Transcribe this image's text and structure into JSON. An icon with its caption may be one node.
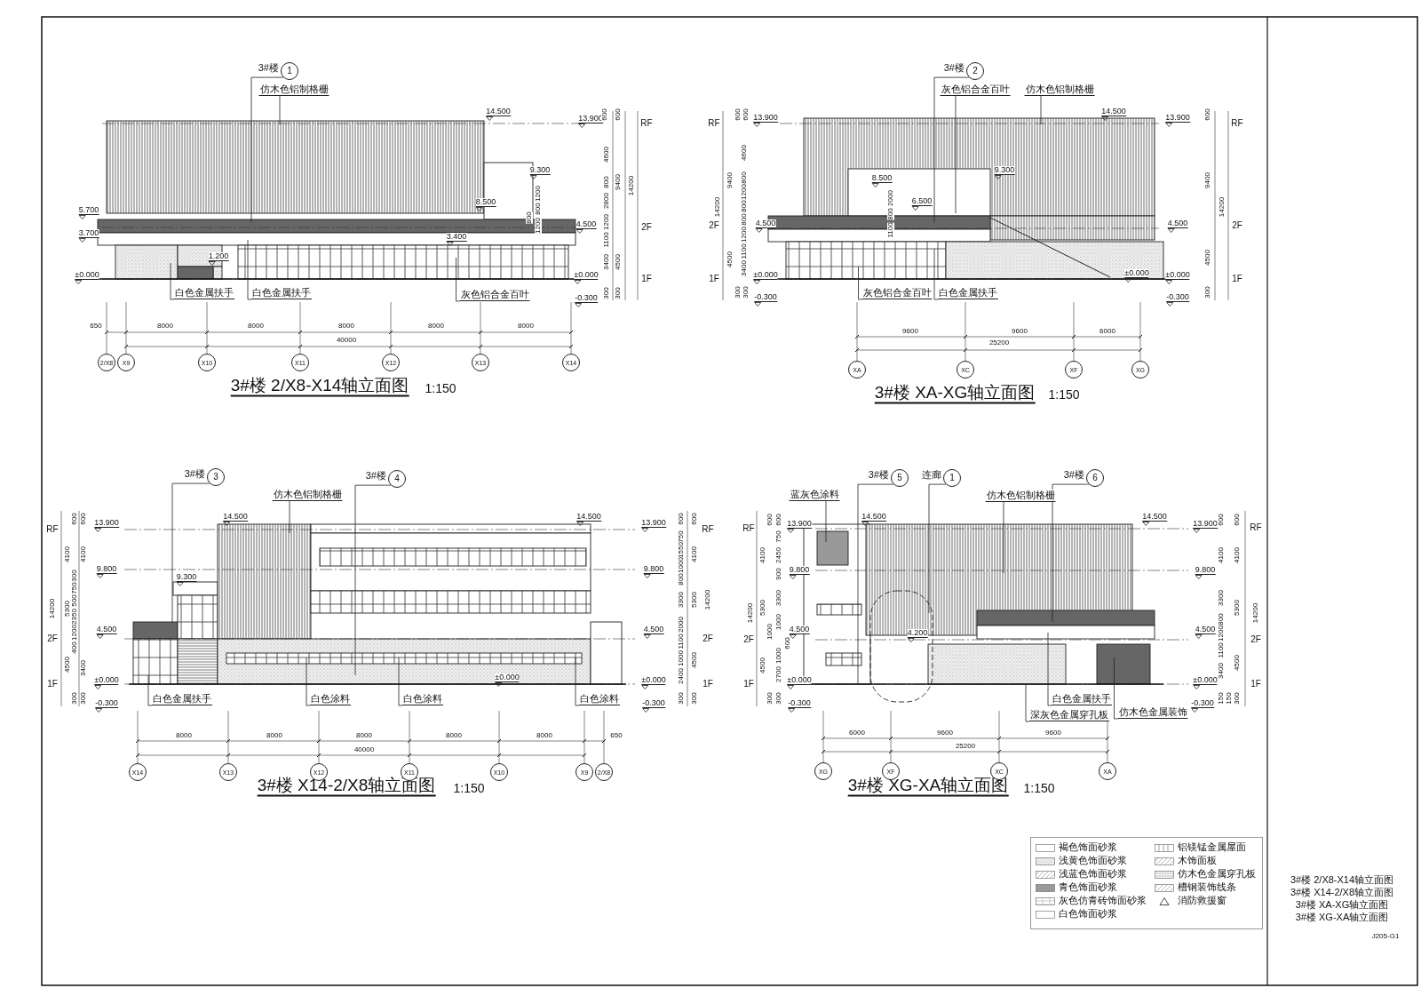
{
  "diagram": {
    "nodes": [
      {
        "text": [
          "1"
        ],
        "beside": [
          "3#楼"
        ]
      },
      {
        "text": [
          "仿木色铝制格栅"
        ]
      },
      {
        "text": [
          "白色金属扶手"
        ]
      },
      {
        "text": [
          "白色金属扶手"
        ]
      },
      {
        "text": [
          "灰色铝合金百叶"
        ]
      },
      {
        "text": [
          "2"
        ],
        "beside": [
          "3#楼"
        ]
      },
      {
        "text": [
          "灰色铝合金百叶"
        ]
      },
      {
        "text": [
          "仿木色铝制格栅"
        ]
      },
      {
        "text": [
          "灰色铝合金百叶"
        ]
      },
      {
        "text": [
          "白色金属扶手"
        ]
      },
      {
        "text": [
          "3"
        ],
        "beside": [
          "3#楼"
        ]
      },
      {
        "text": [
          "4"
        ],
        "beside": [
          "3#楼"
        ]
      },
      {
        "text": [
          "仿木色铝制格栅"
        ]
      },
      {
        "text": [
          "白色金属扶手"
        ]
      },
      {
        "text": [
          "白色涂料"
        ]
      },
      {
        "text": [
          "白色涂料"
        ]
      },
      {
        "text": [
          "白色涂料"
        ]
      },
      {
        "text": [
          "5"
        ],
        "beside": [
          "3#楼"
        ]
      },
      {
        "text": [
          "1"
        ],
        "beside": [
          "连廊"
        ]
      },
      {
        "text": [
          "6"
        ],
        "beside": [
          "3#楼"
        ]
      },
      {
        "text": [
          "蓝灰色涂料"
        ]
      },
      {
        "text": [
          "仿木色铝制格栅"
        ]
      },
      {
        "text": [
          "白色金属扶手"
        ]
      },
      {
        "text": [
          "仿木色金属装饰"
        ]
      },
      {
        "text": [
          "深灰色金属穿孔板"
        ]
      },
      {
        "text": [
          "2/X8"
        ]
      },
      {
        "text": [
          "X9"
        ]
      },
      {
        "text": [
          "X10"
        ]
      },
      {
        "text": [
          "X11"
        ]
      },
      {
        "text": [
          "X12"
        ]
      },
      {
        "text": [
          "X13"
        ]
      },
      {
        "text": [
          "X14"
        ]
      },
      {
        "text": [
          "XA"
        ]
      },
      {
        "text": [
          "XC"
        ]
      },
      {
        "text": [
          "XF"
        ]
      },
      {
        "text": [
          "XG"
        ]
      },
      {
        "text": [
          "X14"
        ]
      },
      {
        "text": [
          "X13"
        ]
      },
      {
        "text": [
          "X12"
        ]
      },
      {
        "text": [
          "X11"
        ]
      },
      {
        "text": [
          "X10"
        ]
      },
      {
        "text": [
          "X9"
        ]
      },
      {
        "text": [
          "2/X8"
        ]
      },
      {
        "text": [
          "XG"
        ]
      },
      {
        "text": [
          "XF"
        ]
      },
      {
        "text": [
          "XC"
        ]
      },
      {
        "text": [
          "XA"
        ]
      }
    ],
    "edges": [
      {
        "from": 0,
        "to": null,
        "arrow": "none"
      },
      {
        "from": 1,
        "to": null,
        "arrow": "none"
      },
      {
        "from": 2,
        "to": null,
        "arrow": "none"
      },
      {
        "from": 3,
        "to": null,
        "arrow": "none"
      },
      {
        "from": 4,
        "to": null,
        "arrow": "none"
      },
      {
        "from": 5,
        "to": null,
        "arrow": "none"
      },
      {
        "from": 6,
        "to": null,
        "arrow": "none"
      },
      {
        "from": 7,
        "to": null,
        "arrow": "none"
      },
      {
        "from": 8,
        "to": null,
        "arrow": "none"
      },
      {
        "from": 9,
        "to": null,
        "arrow": "none"
      },
      {
        "from": 10,
        "to": null,
        "arrow": "none"
      },
      {
        "from": 11,
        "to": null,
        "arrow": "none"
      },
      {
        "from": 12,
        "to": null,
        "arrow": "none"
      },
      {
        "from": 13,
        "to": null,
        "arrow": "none"
      },
      {
        "from": 14,
        "to": null,
        "arrow": "none"
      },
      {
        "from": 15,
        "to": null,
        "arrow": "none"
      },
      {
        "from": 16,
        "to": null,
        "arrow": "none"
      },
      {
        "from": 17,
        "to": null,
        "arrow": "none"
      },
      {
        "from": 18,
        "to": null,
        "arrow": "none"
      },
      {
        "from": 19,
        "to": null,
        "arrow": "none"
      },
      {
        "from": 20,
        "to": null,
        "arrow": "none"
      },
      {
        "from": 21,
        "to": null,
        "arrow": "none"
      },
      {
        "from": 22,
        "to": null,
        "arrow": "none"
      },
      {
        "from": 23,
        "to": null,
        "arrow": "none"
      },
      {
        "from": 24,
        "to": null,
        "arrow": "none"
      }
    ],
    "labels": [
      "14.500",
      "13.900",
      "600",
      "600",
      "RF",
      "4600",
      "9.300",
      "1200",
      "800",
      "9400",
      "14200",
      "5.700",
      "8.500",
      "800",
      "2800",
      "3.700",
      "800",
      "1200",
      "4.500",
      "1200",
      "2F",
      "3.400",
      "1100",
      "1.200",
      "3400",
      "4500",
      "±0.000",
      "±0.000",
      "1F",
      "-0.300",
      "300",
      "300",
      "650",
      "8000",
      "8000",
      "8000",
      "8000",
      "8000",
      "40000",
      "3#楼 2/X8-X14轴立面图",
      "1:150",
      "RF",
      "600",
      "600",
      "13.900",
      "14.500",
      "13.900",
      "600",
      "RF",
      "4600",
      "9400",
      "800",
      "1200",
      "8.500",
      "9.300",
      "9400",
      "14200",
      "800",
      "2000",
      "6.500",
      "14200",
      "2F",
      "800",
      "1200",
      "4.500",
      "800",
      "1100",
      "4.500",
      "2F",
      "4500",
      "1100",
      "3400",
      "4500",
      "1F",
      "±0.000",
      "±0.000",
      "±0.000",
      "1F",
      "300",
      "300",
      "-0.300",
      "-0.300",
      "300",
      "9600",
      "9600",
      "6000",
      "25200",
      "3#楼 XA-XG轴立面图",
      "1:150",
      "RF",
      "600",
      "600",
      "13.900",
      "14.500",
      "14.500",
      "13.900",
      "600",
      "750",
      "600",
      "RF",
      "4100",
      "4100",
      "1550",
      "1000",
      "4100",
      "300",
      "750",
      "9.800",
      "9.300",
      "9.800",
      "800",
      "14200",
      "5300",
      "500",
      "2350",
      "3300",
      "5300",
      "14200",
      "2F",
      "1200",
      "400",
      "4.500",
      "4.500",
      "2000",
      "1100",
      "2F",
      "1F",
      "4500",
      "3400",
      "±0.000",
      "±0.000",
      "±0.000",
      "1000",
      "2400",
      "4500",
      "1F",
      "300",
      "300",
      "-0.300",
      "-0.300",
      "300",
      "300",
      "8000",
      "8000",
      "8000",
      "8000",
      "8000",
      "650",
      "40000",
      "3#楼 X14-2/X8轴立面图",
      "1:150",
      "RF",
      "600",
      "600",
      "750",
      "13.900",
      "14.500",
      "14.500",
      "13.900",
      "600",
      "600",
      "RF",
      "4100",
      "2450",
      "4100",
      "4100",
      "900",
      "9.800",
      "9.800",
      "14200",
      "5300",
      "3300",
      "1000",
      "3300",
      "800",
      "5300",
      "14200",
      "2F",
      "1000",
      "600",
      "4.500",
      "4.200",
      "4.500",
      "1200",
      "2F",
      "1F",
      "4500",
      "1000",
      "2700",
      "±0.000",
      "±0.000",
      "1100",
      "3400",
      "4500",
      "1F",
      "300",
      "300",
      "-0.300",
      "-0.300",
      "150",
      "150",
      "300",
      "6000",
      "9600",
      "9600",
      "25200",
      "3#楼 XG-XA轴立面图",
      "1:150",
      "3#楼 2/X8-X14轴立面图",
      "3#楼 X14-2/X8轴立面图",
      "3#楼 XA-XG轴立面图",
      "3#楼 XG-XA轴立面图",
      "J205-G1"
    ],
    "legend": [
      {
        "text": "褐色饰面砂浆"
      },
      {
        "text": "浅黄色饰面砂浆"
      },
      {
        "text": "浅蓝色饰面砂浆"
      },
      {
        "text": "青色饰面砂浆"
      },
      {
        "text": "灰色仿青砖饰面砂浆"
      },
      {
        "text": "白色饰面砂浆"
      },
      {
        "text": "铝镁锰金属屋面"
      },
      {
        "text": "木饰面板"
      },
      {
        "text": "仿木色金属穿孔板"
      },
      {
        "text": "槽钢装饰线条"
      },
      {
        "text": "消防救援窗"
      }
    ]
  }
}
